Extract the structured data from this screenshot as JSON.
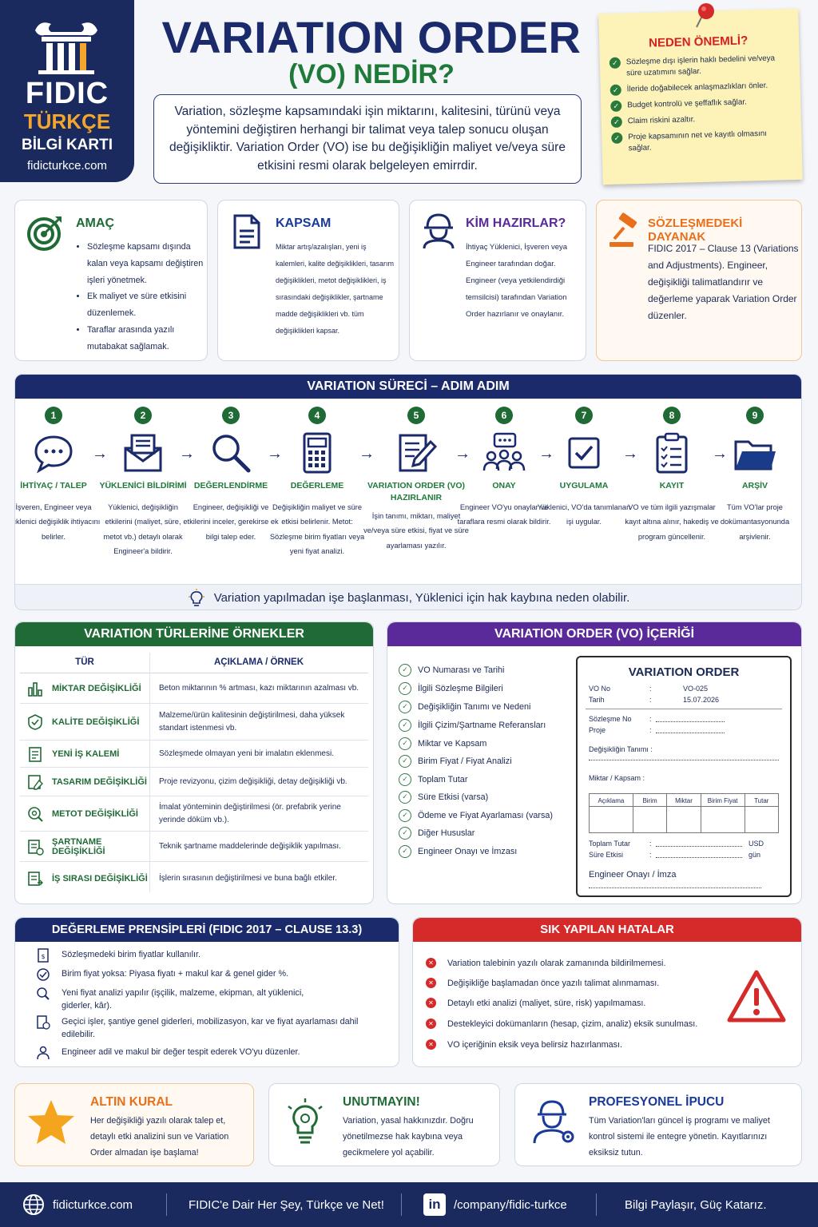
{
  "brand": {
    "name": "FIDIC",
    "sub": "TÜRKÇE",
    "kind": "BİLGİ KARTI",
    "site": "fidicturkce.com"
  },
  "title": {
    "line1": "VARIATION ORDER",
    "line2": "(VO) NEDİR?"
  },
  "definition": "Variation, sözleşme kapsamındaki işin miktarını, kalitesini, türünü veya yöntemini değiştiren herhangi bir talimat veya talep sonucu oluşan değişikliktir. Variation Order (VO) ise bu değişikliğin maliyet ve/veya süre etkisini resmi olarak belgeleyen emirrdir.",
  "why": {
    "title": "NEDEN ÖNEMLİ?",
    "items": [
      "Sözleşme dışı işlerin haklı bedelini ve/veya süre uzatımını sağlar.",
      "İleride doğabilecek anlaşmazlıkları önler.",
      "Budget kontrolü ve şeffaflık sağlar.",
      "Claim riskini azaltır.",
      "Proje kapsamının net ve kayıtlı olmasını sağlar."
    ]
  },
  "cards": {
    "amac": {
      "title": "AMAÇ",
      "items": [
        "Sözleşme kapsamı dışında kalan veya kapsamı değiştiren işleri yönetmek.",
        "Ek maliyet ve süre etkisini düzenlemek.",
        "Taraflar arasında yazılı mutabakat sağlamak."
      ]
    },
    "kapsam": {
      "title": "KAPSAM",
      "text": "Miktar artış/azalışları, yeni iş kalemleri, kalite değişiklikleri, tasarım değişiklikleri, metot değişiklikleri, iş sırasındaki değişiklikler, şartname madde değişiklikleri vb. tüm değişiklikleri kapsar."
    },
    "kim": {
      "title": "KİM HAZIRLAR?",
      "text": "İhtiyaç Yüklenici, İşveren veya Engineer tarafından doğar. Engineer (veya yetkilendirdiği temsilcisi) tarafından Variation Order hazırlanır ve onaylanır."
    },
    "dayanak": {
      "title": "SÖZLEŞMEDEKİ DAYANAK",
      "text": "FIDIC 2017 – Clause 13 (Variations and Adjustments). Engineer, değişikliği talimatlandırır ve değerleme yaparak Variation Order düzenler."
    }
  },
  "process": {
    "title": "VARIATION SÜRECİ – ADIM ADIM",
    "steps": [
      {
        "n": "1",
        "label": "İHTİYAÇ / TALEP",
        "desc": "İşveren, Engineer veya Yüklenici değişiklik ihtiyacını belirler."
      },
      {
        "n": "2",
        "label": "YÜKLENİCİ BİLDİRİMİ",
        "desc": "Yüklenici, değişikliğin etkilerini (maliyet, süre, metot vb.) detaylı olarak Engineer'a bildirir."
      },
      {
        "n": "3",
        "label": "DEĞERLENDİRME",
        "desc": "Engineer, değişikliği ve etkilerini inceler, gerekirse ek bilgi talep eder."
      },
      {
        "n": "4",
        "label": "DEĞERLEME",
        "desc": "Değişikliğin maliyet ve süre etkisi belirlenir. Metot: Sözleşme birim fiyatları veya yeni fiyat analizi."
      },
      {
        "n": "5",
        "label": "VARIATION ORDER (VO) HAZIRLANIR",
        "desc": "İşin tanımı, miktarı, maliyet ve/veya süre etkisi, fiyat ve süre ayarlaması yazılır."
      },
      {
        "n": "6",
        "label": "ONAY",
        "desc": "Engineer VO'yu onaylar ve taraflara resmi olarak bildirir."
      },
      {
        "n": "7",
        "label": "UYGULAMA",
        "desc": "Yüklenici, VO'da tanımlanan işi uygular."
      },
      {
        "n": "8",
        "label": "KAYIT",
        "desc": "VO ve tüm ilgili yazışmalar kayıt altına alınır, hakediş ve program güncellenir."
      },
      {
        "n": "9",
        "label": "ARŞİV",
        "desc": "Tüm VO'lar proje dokümantasyonunda arşivlenir."
      }
    ],
    "tip": "Variation yapılmadan işe başlanması, Yüklenici için hak kaybına neden olabilir."
  },
  "types": {
    "title": "VARIATION TÜRLERİNE ÖRNEKLER",
    "col1": "TÜR",
    "col2": "AÇIKLAMA / ÖRNEK",
    "rows": [
      {
        "name": "MİKTAR DEĞİŞİKLİĞİ",
        "desc": "Beton miktarının % artması, kazı miktarının azalması vb."
      },
      {
        "name": "KALİTE DEĞİŞİKLİĞİ",
        "desc": "Malzeme/ürün kalitesinin değiştirilmesi, daha yüksek standart istenmesi vb."
      },
      {
        "name": "YENİ İŞ KALEMİ",
        "desc": "Sözleşmede olmayan yeni bir imalatın eklenmesi."
      },
      {
        "name": "TASARIM DEĞİŞİKLİĞİ",
        "desc": "Proje revizyonu, çizim değişikliği, detay değişikliği vb."
      },
      {
        "name": "METOT DEĞİŞİKLİĞİ",
        "desc": "İmalat yönteminin değiştirilmesi (ör. prefabrik yerine yerinde döküm vb.)."
      },
      {
        "name": "ŞARTNAME DEĞİŞİKLİĞİ",
        "desc": "Teknik şartname maddelerinde değişiklik yapılması."
      },
      {
        "name": "İŞ SIRASI DEĞİŞİKLİĞİ",
        "desc": "İşlerin sırasının değiştirilmesi ve buna bağlı etkiler."
      }
    ]
  },
  "vo": {
    "title": "VARIATION ORDER (VO) İÇERİĞİ",
    "items": [
      "VO Numarası ve Tarihi",
      "İlgili Sözleşme Bilgileri",
      "Değişikliğin Tanımı ve Nedeni",
      "İlgili Çizim/Şartname Referansları",
      "Miktar ve Kapsam",
      "Birim Fiyat / Fiyat Analizi",
      "Toplam Tutar",
      "Süre Etkisi (varsa)",
      "Ödeme ve Fiyat Ayarlaması (varsa)",
      "Diğer Hususlar",
      "Engineer Onayı ve İmzası"
    ],
    "form": {
      "title": "VARIATION ORDER",
      "vo_no_label": "VO No",
      "vo_no": "VO-025",
      "date_label": "Tarih",
      "date": "15.07.2026",
      "contract_label": "Sözleşme No",
      "project_label": "Proje",
      "desc_label": "Değişikliğin Tanımı :",
      "qty_label": "Miktar / Kapsam :",
      "cols": [
        "Açıklama",
        "Birim",
        "Miktar",
        "Birim Fiyat",
        "Tutar"
      ],
      "total_label": "Toplam Tutar",
      "total_unit": "USD",
      "time_label": "Süre Etkisi",
      "time_unit": "gün",
      "sign_label": "Engineer Onayı / İmza",
      "colon": ":"
    }
  },
  "valuation": {
    "title": "DEĞERLEME PRENSİPLERİ (FIDIC 2017 – CLAUSE 13.3)",
    "items": [
      "Sözleşmedeki birim fiyatlar kullanılır.",
      "Birim fiyat yoksa: Piyasa fiyatı + makul kar & genel gider %.",
      "Yeni fiyat analizi yapılır (işçilik, malzeme, ekipman, alt yüklenici, giderler, kâr).",
      "Geçici işler, şantiye genel giderleri, mobilizasyon, kar ve fiyat ayarlaması dahil edilebilir.",
      "Engineer adil ve makul bir değer tespit ederek VO'yu düzenler."
    ]
  },
  "mistakes": {
    "title": "SIK YAPILAN HATALAR",
    "items": [
      "Variation talebinin yazılı olarak zamanında bildirilmemesi.",
      "Değişikliğe başlamadan önce yazılı talimat alınmaması.",
      "Detaylı etki analizi (maliyet, süre, risk) yapılmaması.",
      "Destekleyici dokümanların (hesap, çizim, analiz) eksik sunulması.",
      "VO içeriğinin eksik veya belirsiz hazırlanması."
    ]
  },
  "bottom": {
    "altin": {
      "title": "ALTIN KURAL",
      "text": "Her değişikliği yazılı olarak talep et, detaylı etki analizini sun ve Variation Order almadan işe başlama!"
    },
    "unutma": {
      "title": "UNUTMAYIN!",
      "text": "Variation, yasal hakkınızdır. Doğru yönetilmezse hak kaybına veya gecikmelere yol açabilir."
    },
    "ipucu": {
      "title": "PROFESYONEL İPUCU",
      "text": "Tüm Variation'ları güncel iş programı ve maliyet kontrol sistemi ile entegre yönetin. Kayıtlarınızı eksiksiz tutun."
    }
  },
  "footer": {
    "site": "fidicturkce.com",
    "slogan": "FIDIC'e Dair Her Şey, Türkçe ve Net!",
    "linkedin": "/company/fidic-turkce",
    "motto": "Bilgi Paylaşır, Güç Katarız."
  },
  "colors": {
    "navy": "#1a2a5e",
    "green": "#1f6a35",
    "orange": "#e8701c",
    "purple": "#5a2a9a",
    "red": "#d42a2a",
    "gold": "#f2a62b"
  }
}
